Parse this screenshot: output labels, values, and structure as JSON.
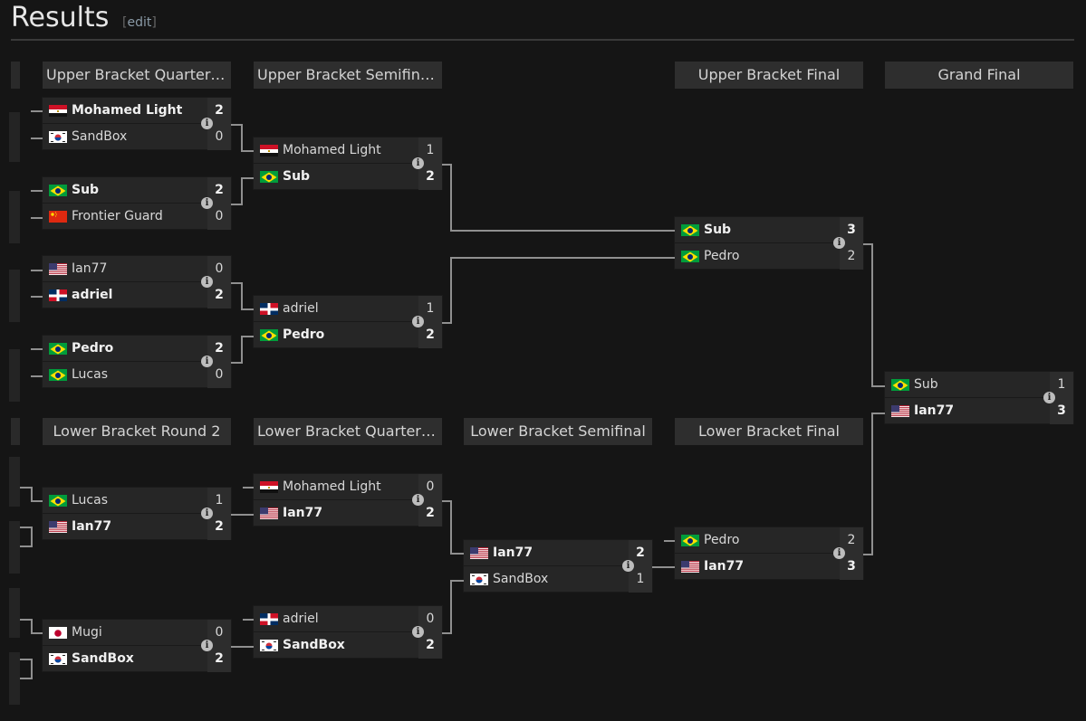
{
  "page": {
    "title": "Results",
    "edit_label": "edit"
  },
  "rounds": {
    "ubq": "Upper Bracket Quarterfi...",
    "ubs": "Upper Bracket Semifinals",
    "ubf": "Upper Bracket Final",
    "gf": "Grand Final",
    "lbr2": "Lower Bracket Round 2",
    "lbq": "Lower Bracket Quarterfi...",
    "lbs": "Lower Bracket Semifinal",
    "lbf": "Lower Bracket Final"
  },
  "matches": {
    "ubq1": {
      "p1": {
        "name": "Mohamed Light",
        "score": "2",
        "flag": "egypt-flag-icon"
      },
      "p2": {
        "name": "SandBox",
        "score": "0",
        "flag": "south-korea-flag-icon"
      }
    },
    "ubq2": {
      "p1": {
        "name": "Sub",
        "score": "2",
        "flag": "brazil-flag-icon"
      },
      "p2": {
        "name": "Frontier Guard",
        "score": "0",
        "flag": "china-flag-icon"
      }
    },
    "ubq3": {
      "p1": {
        "name": "Ian77",
        "score": "0",
        "flag": "usa-flag-icon"
      },
      "p2": {
        "name": "adriel",
        "score": "2",
        "flag": "dominican-republic-flag-icon"
      }
    },
    "ubq4": {
      "p1": {
        "name": "Pedro",
        "score": "2",
        "flag": "brazil-flag-icon"
      },
      "p2": {
        "name": "Lucas",
        "score": "0",
        "flag": "brazil-flag-icon"
      }
    },
    "ubs1": {
      "p1": {
        "name": "Mohamed Light",
        "score": "1",
        "flag": "egypt-flag-icon"
      },
      "p2": {
        "name": "Sub",
        "score": "2",
        "flag": "brazil-flag-icon"
      }
    },
    "ubs2": {
      "p1": {
        "name": "adriel",
        "score": "1",
        "flag": "dominican-republic-flag-icon"
      },
      "p2": {
        "name": "Pedro",
        "score": "2",
        "flag": "brazil-flag-icon"
      }
    },
    "ubf": {
      "p1": {
        "name": "Sub",
        "score": "3",
        "flag": "brazil-flag-icon"
      },
      "p2": {
        "name": "Pedro",
        "score": "2",
        "flag": "brazil-flag-icon"
      }
    },
    "gf": {
      "p1": {
        "name": "Sub",
        "score": "1",
        "flag": "brazil-flag-icon"
      },
      "p2": {
        "name": "Ian77",
        "score": "3",
        "flag": "usa-flag-icon"
      }
    },
    "lbr2a": {
      "p1": {
        "name": "Lucas",
        "score": "1",
        "flag": "brazil-flag-icon"
      },
      "p2": {
        "name": "Ian77",
        "score": "2",
        "flag": "usa-flag-icon"
      }
    },
    "lbr2b": {
      "p1": {
        "name": "Mugi",
        "score": "0",
        "flag": "japan-flag-icon"
      },
      "p2": {
        "name": "SandBox",
        "score": "2",
        "flag": "south-korea-flag-icon"
      }
    },
    "lbq1": {
      "p1": {
        "name": "Mohamed Light",
        "score": "0",
        "flag": "egypt-flag-icon"
      },
      "p2": {
        "name": "Ian77",
        "score": "2",
        "flag": "usa-flag-icon"
      }
    },
    "lbq2": {
      "p1": {
        "name": "adriel",
        "score": "0",
        "flag": "dominican-republic-flag-icon"
      },
      "p2": {
        "name": "SandBox",
        "score": "2",
        "flag": "south-korea-flag-icon"
      }
    },
    "lbs": {
      "p1": {
        "name": "Ian77",
        "score": "2",
        "flag": "usa-flag-icon"
      },
      "p2": {
        "name": "SandBox",
        "score": "1",
        "flag": "south-korea-flag-icon"
      }
    },
    "lbf": {
      "p1": {
        "name": "Pedro",
        "score": "2",
        "flag": "brazil-flag-icon"
      },
      "p2": {
        "name": "Ian77",
        "score": "3",
        "flag": "usa-flag-icon"
      }
    }
  },
  "info_glyph": "i",
  "colors": {
    "background": "#151515",
    "row": "#262626",
    "header": "#2e2e2e",
    "line": "#8f8f8f"
  }
}
